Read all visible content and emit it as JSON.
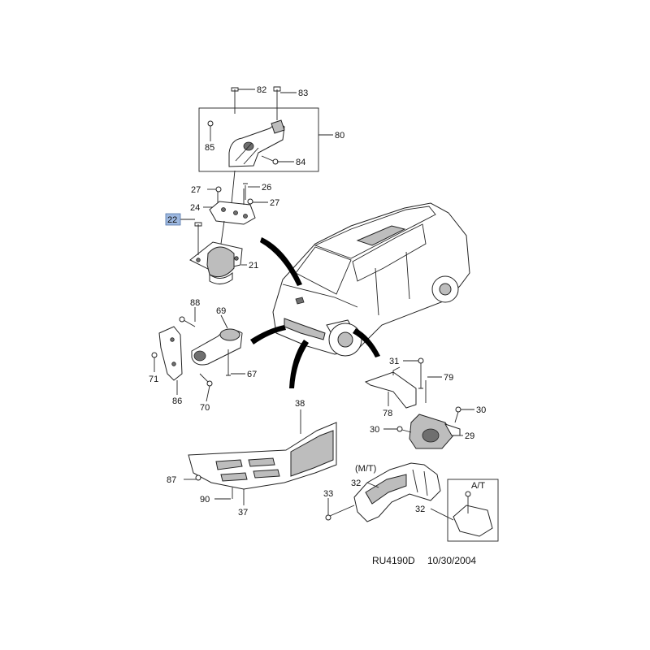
{
  "colors": {
    "line": "#222222",
    "highlight": "#9db8e0",
    "part_shade": "#bdbdbd"
  },
  "callouts": {
    "c82": "82",
    "c83": "83",
    "c80": "80",
    "c85": "85",
    "c84": "84",
    "c27a": "27",
    "c26": "26",
    "c24": "24",
    "c27b": "27",
    "c22": "22",
    "c21": "21",
    "c88": "88",
    "c69": "69",
    "c71": "71",
    "c86": "86",
    "c70": "70",
    "c67": "67",
    "c31": "31",
    "c79": "79",
    "c78": "78",
    "c30a": "30",
    "c30b": "30",
    "c29": "29",
    "c38": "38",
    "c87": "87",
    "c90": "90",
    "c37": "37",
    "c32a": "32",
    "c33": "33",
    "c32b": "32"
  },
  "variants": {
    "mt": "(M/T)",
    "at": "A/T"
  },
  "footer": {
    "drawing_id": "RU4190D",
    "date": "10/30/2004"
  },
  "selected_callout": "22"
}
